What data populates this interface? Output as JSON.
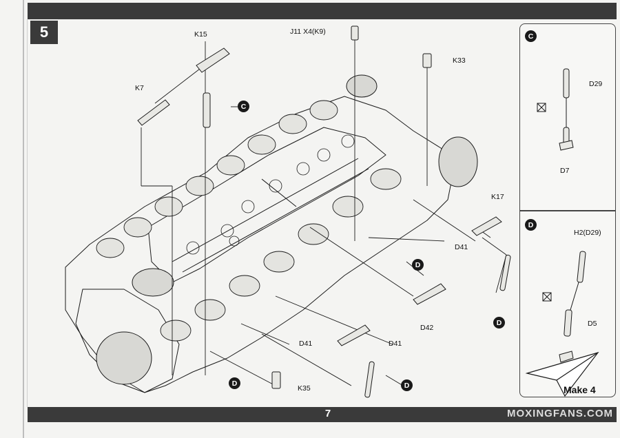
{
  "page": {
    "page_number": "7",
    "watermark": "MOXINGFANS.COM",
    "step_number": "5"
  },
  "labels": {
    "k15": "K15",
    "k7": "K7",
    "j11": "J11 X4(K9)",
    "k33": "K33",
    "k17": "K17",
    "d41_a": "D41",
    "d42": "D42",
    "d41_b": "D41",
    "d41_c": "D41",
    "k35": "K35"
  },
  "callouts": {
    "c_main": "C",
    "d_1": "D",
    "d_2": "D",
    "d_3": "D",
    "d_4": "D"
  },
  "subassembly_c": {
    "marker": "C",
    "part_top": "D29",
    "part_bottom": "D7"
  },
  "subassembly_d": {
    "marker": "D",
    "part_top": "H2(D29)",
    "part_bottom": "D5",
    "make_label": "Make 4"
  },
  "colors": {
    "bar": "#3a3a3a",
    "line": "#1a1a1a",
    "paper": "#f4f4f2"
  },
  "icons": {
    "glue": "glue-x-icon",
    "paper_plane": "paper-plane-icon"
  }
}
